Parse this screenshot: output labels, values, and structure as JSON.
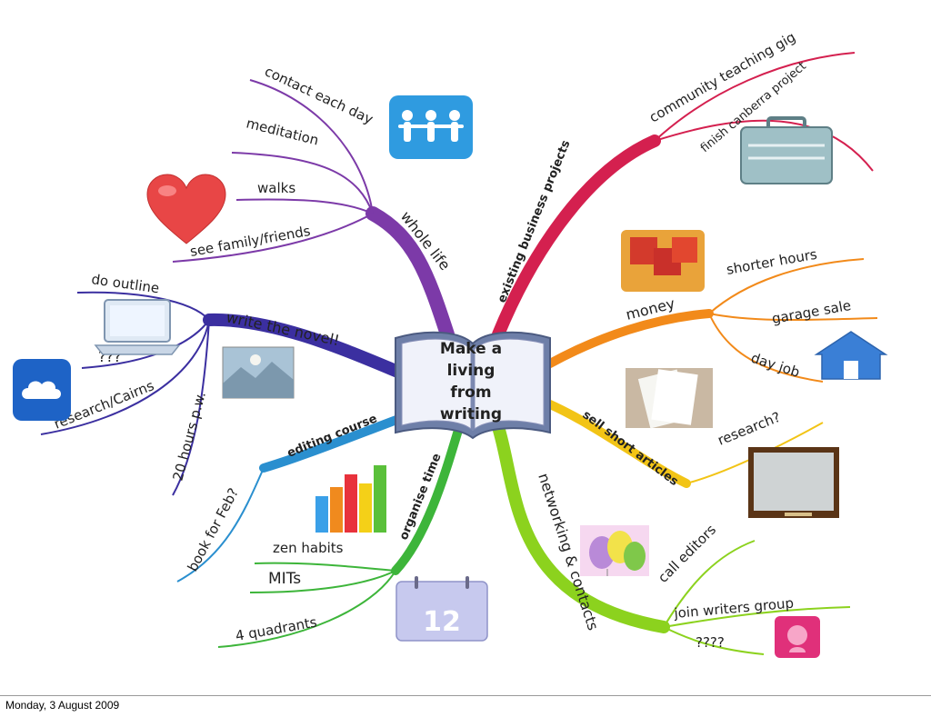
{
  "center": {
    "lines": [
      "Make a",
      "living",
      "from",
      "writing"
    ]
  },
  "branches": {
    "whole_life": {
      "label": "whole life",
      "color": "#7c3aa8",
      "children": [
        "contact each day",
        "meditation",
        "walks",
        "see family/friends"
      ]
    },
    "write_novel": {
      "label": "write the novel!",
      "color": "#3b2fa0",
      "children": [
        "do outline",
        "???",
        "research/Cairns",
        "20 hours p.w."
      ]
    },
    "editing_course": {
      "label": "editing course",
      "color": "#2a8fcf",
      "children": [
        "book for Feb?"
      ]
    },
    "organise_time": {
      "label": "organise time",
      "color": "#3db53a",
      "children": [
        "zen habits",
        "MITs",
        "4 quadrants"
      ]
    },
    "networking": {
      "label": "networking & contacts",
      "color": "#8cd21e",
      "children": [
        "call editors",
        "join writers group",
        "????"
      ]
    },
    "sell_articles": {
      "label": "sell short articles",
      "color": "#f2c416",
      "children": [
        "research?"
      ]
    },
    "money": {
      "label": "money",
      "color": "#f28a1a",
      "children": [
        "shorter hours",
        "garage sale",
        "day job"
      ]
    },
    "business": {
      "label": "existing business projects",
      "color": "#d4204f",
      "children": [
        "community teaching gig",
        "finish canberra project"
      ]
    }
  },
  "icons": {
    "calendar_day": "12"
  },
  "footer": {
    "date": "Monday, 3 August 2009"
  }
}
